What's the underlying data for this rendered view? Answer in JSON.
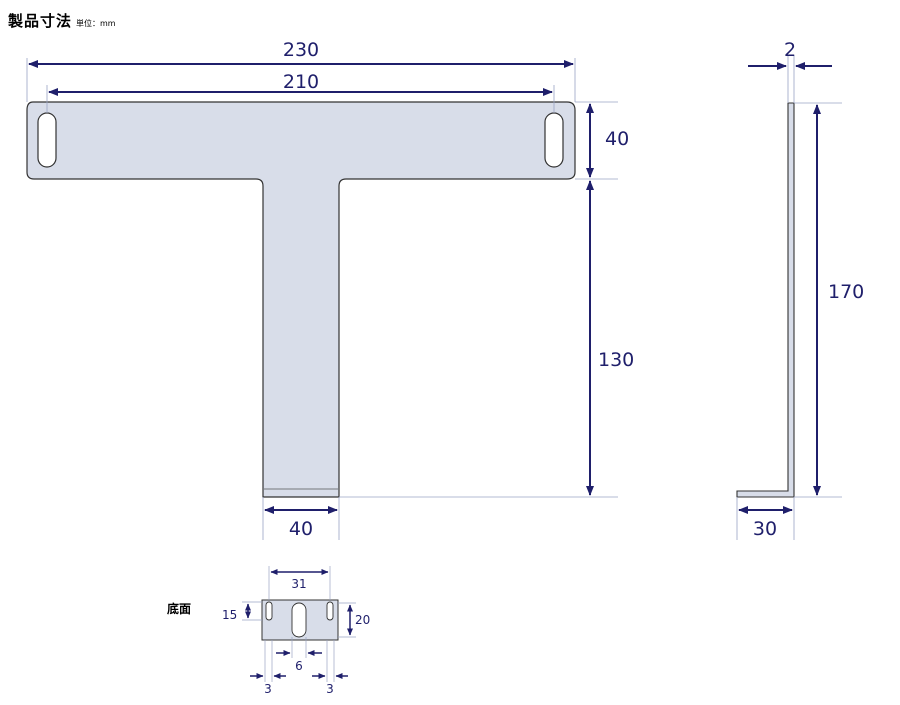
{
  "header": {
    "title": "製品寸法",
    "unit": "単位：mm"
  },
  "front_view": {
    "dims": {
      "overall_width": "230",
      "slot_pitch": "210",
      "top_height": "40",
      "stem_length": "130",
      "stem_width": "40"
    }
  },
  "side_view": {
    "dims": {
      "thickness": "2",
      "height": "170",
      "foot_length": "30"
    }
  },
  "bottom_view": {
    "label": "底面",
    "dims": {
      "width": "31",
      "slot_length": "15",
      "depth": "20",
      "center_slot_width": "6",
      "left_slot_width": "3",
      "right_slot_width": "3"
    }
  },
  "colors": {
    "plate_fill": "#d8dde9",
    "outline": "#333333",
    "dimension": "#1f1f6b",
    "extension_line": "#9aa4c4"
  }
}
